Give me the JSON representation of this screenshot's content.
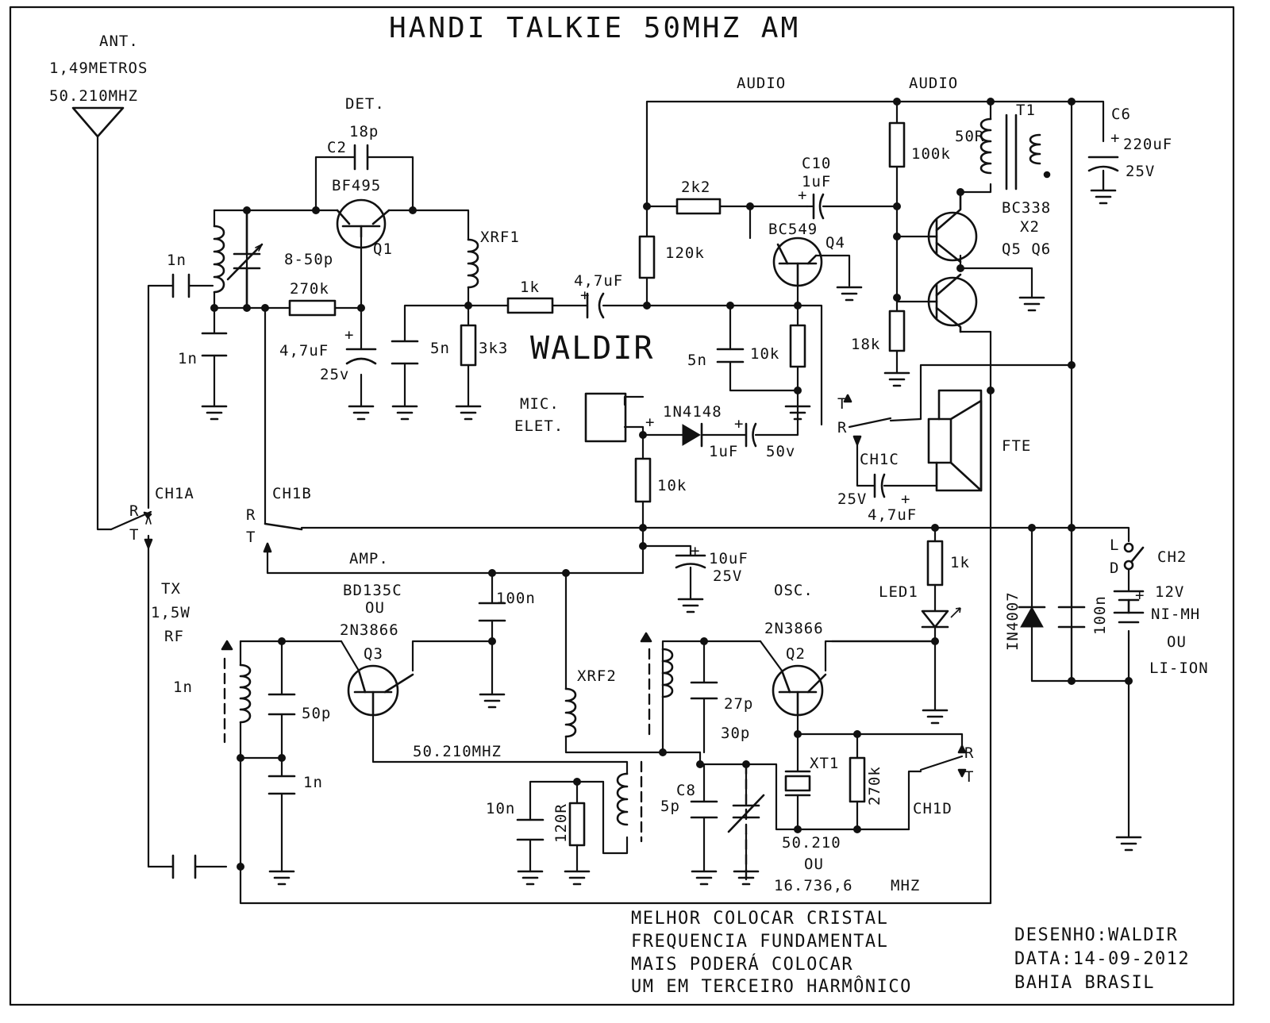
{
  "title": "HANDI TALKIE 50MHZ AM",
  "antenna": [
    "ANT.",
    "1,49METROS",
    "50.210MHZ"
  ],
  "sections": {
    "det": "DET.",
    "audio1": "AUDIO",
    "audio2": "AUDIO",
    "amp": "AMP.",
    "osc": "OSC.",
    "tx": [
      "TX",
      "1,5W",
      "RF"
    ]
  },
  "watermark": "WALDIR",
  "components": {
    "c2_name": "C2",
    "c2_val": "18p",
    "q1_part": "BF495",
    "q1": "Q1",
    "trimmer1": "8-50p",
    "xrf1": "XRF1",
    "r270k_a": "270k",
    "c1n_a": "1n",
    "c1n_b": "1n",
    "c47_a": "4,7uF",
    "v25_a": "25v",
    "c5n_a": "5n",
    "r3k3": "3k3",
    "r1k_a": "1k",
    "c47_b": "4,7uF",
    "r2k2": "2k2",
    "r120k": "120k",
    "c10": "C10",
    "c10_val": "1uF",
    "q4_part": "BC549",
    "q4": "Q4",
    "c5n_b": "5n",
    "r10k_a": "10k",
    "r100k": "100k",
    "r18k": "18k",
    "t1": "T1",
    "r50": "50R",
    "q56_part": "BC338",
    "q56_x": "X2",
    "q56": "Q5 Q6",
    "c6": "C6",
    "c6_val": "220uF",
    "c6_v": "25V",
    "mic": [
      "MIC.",
      "ELET."
    ],
    "d1": "1N4148",
    "c1u_d": "1uF",
    "v50": "50v",
    "r10k_b": "10k",
    "fte": "FTE",
    "ch1c": "CH1C",
    "v25_c": "25V",
    "c47_c": "4,7uF",
    "ch1a": "CH1A",
    "ch1b": "CH1B",
    "ch1d": "CH1D",
    "ch2": "CH2",
    "c10u": "10uF",
    "c10u_v": "25V",
    "r1k_led": "1k",
    "led1": "LED1",
    "q3_part": [
      "BD135C",
      "OU",
      "2N3866"
    ],
    "q3": "Q3",
    "c100n_a": "100n",
    "c1n_tx": "1n",
    "c50p": "50p",
    "c1n_c": "1n",
    "xrf2": "XRF2",
    "freq_line": "50.210MHZ",
    "c10n": "10n",
    "r120r": "120R",
    "q2_part": "2N3866",
    "q2": "Q2",
    "c27p": "27p",
    "c30p": "30p",
    "c8": "C8",
    "c5p": "5p",
    "xt1": "XT1",
    "r270k_b": "270k",
    "xtal_freq": [
      "50.210",
      "OU",
      "16.736,6",
      "MHZ"
    ],
    "in4007": "IN4007",
    "c100n_b": "100n",
    "battery": [
      "12V",
      "NI-MH",
      "OU",
      "LI-ION"
    ],
    "switch_letters": {
      "r": "R",
      "t": "T",
      "l": "L",
      "d": "D"
    }
  },
  "note": [
    "MELHOR COLOCAR CRISTAL",
    "FREQUENCIA FUNDAMENTAL",
    "MAIS PODERÁ COLOCAR",
    "UM EM TERCEIRO HARMÔNICO"
  ],
  "credits": [
    "DESENHO:WALDIR",
    "DATA:14-09-2012",
    "BAHIA BRASIL"
  ]
}
